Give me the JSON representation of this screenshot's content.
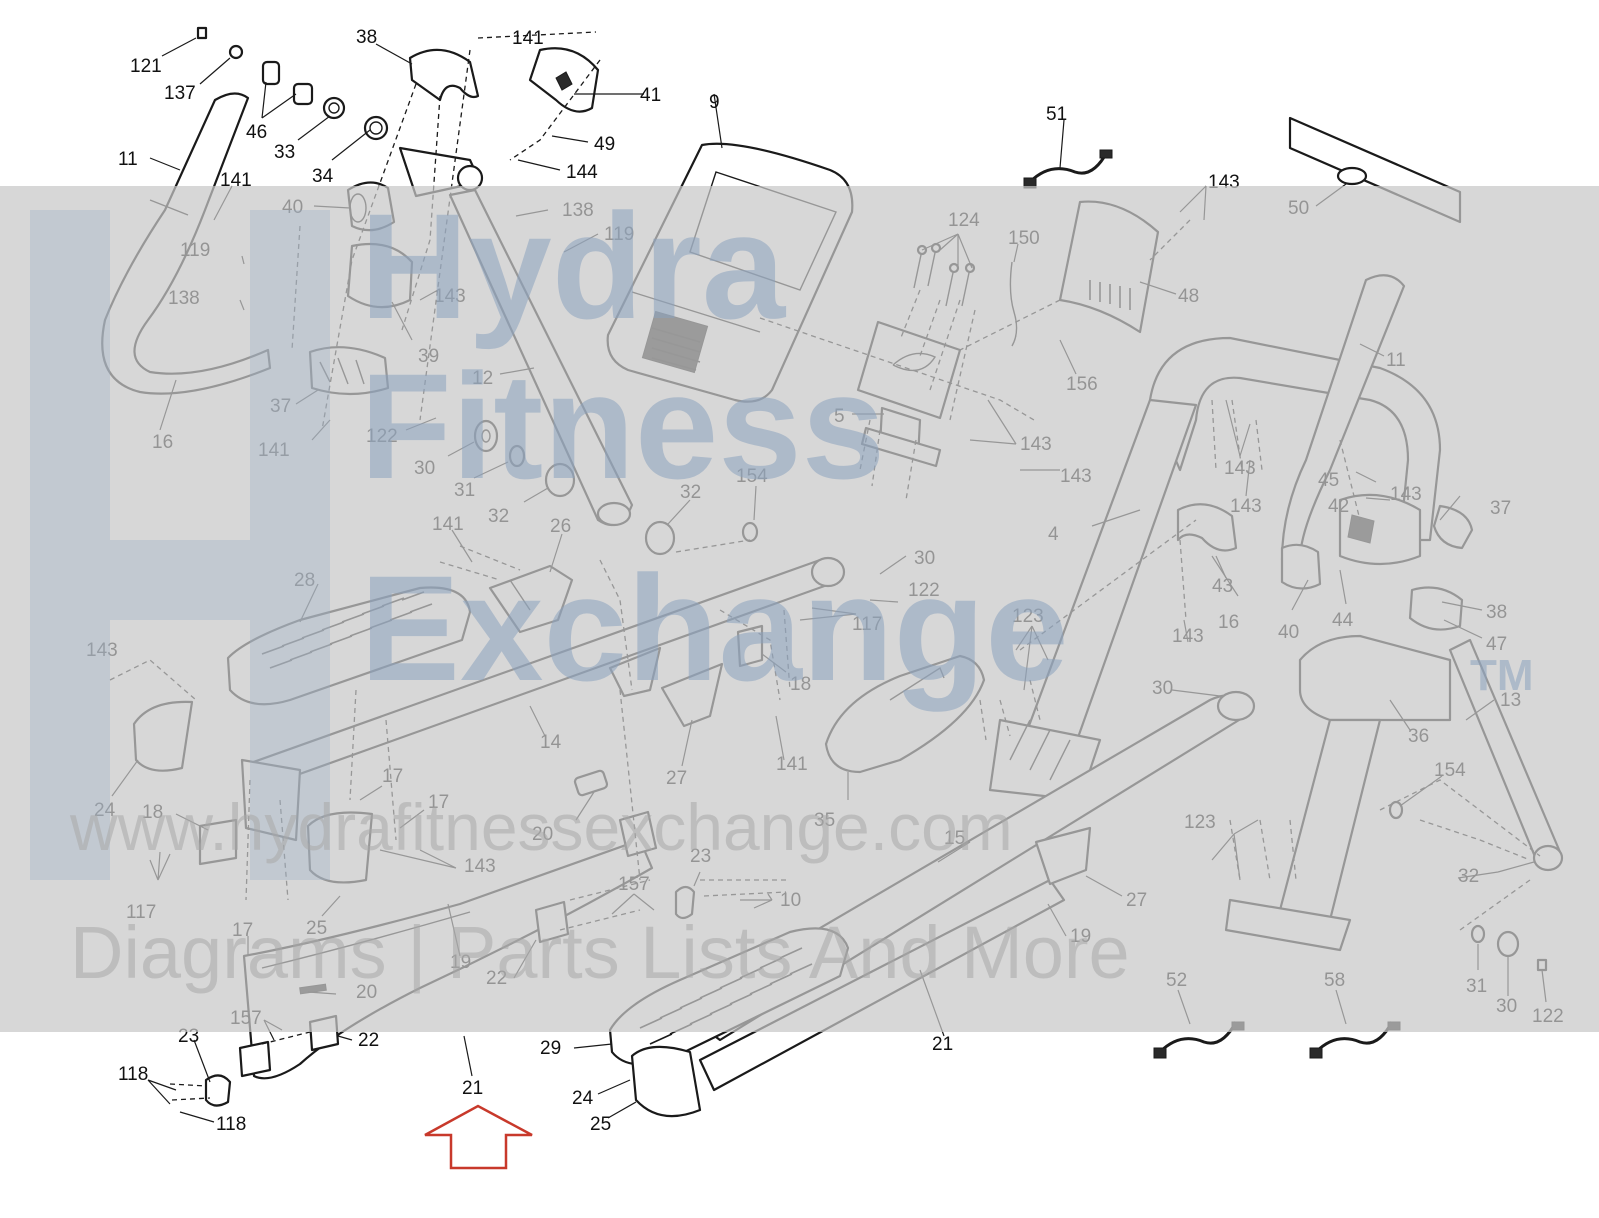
{
  "watermark": {
    "brand_line1": "Hydra",
    "brand_line2": "Fitness",
    "brand_line3": "Exchange",
    "trademark": "TM",
    "website": "www.hydrafitnessexchange.com",
    "tagline": "Diagrams | Parts Lists And More"
  },
  "callouts": {
    "l121": "121",
    "l137": "137",
    "l46": "46",
    "l33": "33",
    "l34": "34",
    "l38a": "38",
    "l141a": "141",
    "l41": "41",
    "l49": "49",
    "l144": "144",
    "l9": "9",
    "l51": "51",
    "l11a": "11",
    "l141b": "141",
    "l40a": "40",
    "l138a": "138",
    "l119a": "119",
    "l143a": "143",
    "l50": "50",
    "l124": "124",
    "l150": "150",
    "l48": "48",
    "l119b": "119",
    "l138b": "138",
    "l39": "39",
    "l143b": "143",
    "l12": "12",
    "l37a": "37",
    "l16a": "16",
    "l141c": "141",
    "l122a": "122",
    "l30a": "30",
    "l31a": "31",
    "l32a": "32",
    "l32b": "32",
    "l154a": "154",
    "l26": "26",
    "l141d": "141",
    "l5": "5",
    "l143c": "143",
    "l143d": "143",
    "l156": "156",
    "l11b": "11",
    "l143e": "143",
    "l143f": "143",
    "l45": "45",
    "l143g": "143",
    "l42": "42",
    "l37b": "37",
    "l4": "4",
    "l28": "28",
    "l30b": "30",
    "l122b": "122",
    "l117a": "117",
    "l43": "43",
    "l16b": "16",
    "l40b": "40",
    "l44": "44",
    "l38b": "38",
    "l47": "47",
    "l143h": "143",
    "l18a": "18",
    "l123a": "123",
    "l143i": "143",
    "l14": "14",
    "l30c": "30",
    "l13": "13",
    "l36": "36",
    "l141e": "141",
    "l27a": "27",
    "l24a": "24",
    "l17a": "17",
    "l17b": "17",
    "l18b": "18",
    "l35": "35",
    "l154b": "154",
    "l20a": "20",
    "l143j": "143",
    "l117b": "117",
    "l15": "15",
    "l123b": "123",
    "l32c": "32",
    "l23a": "23",
    "l157a": "157",
    "l10": "10",
    "l27b": "27",
    "l25a": "25",
    "l17c": "17",
    "l19a": "19",
    "l19b": "19",
    "l22a": "22",
    "l20b": "20",
    "l52": "52",
    "l58": "58",
    "l31b": "31",
    "l30d": "30",
    "l122c": "122",
    "l157b": "157",
    "l23b": "23",
    "l22b": "22",
    "l29": "29",
    "l21a": "21",
    "l118a": "118",
    "l21b": "21",
    "l24b": "24",
    "l25b": "25",
    "l118b": "118"
  },
  "colors": {
    "line": "#1a1a1a",
    "watermark_band": "#c8c8c8",
    "watermark_text": "#8ca3bf",
    "highlight_arrow": "#c8392b"
  }
}
